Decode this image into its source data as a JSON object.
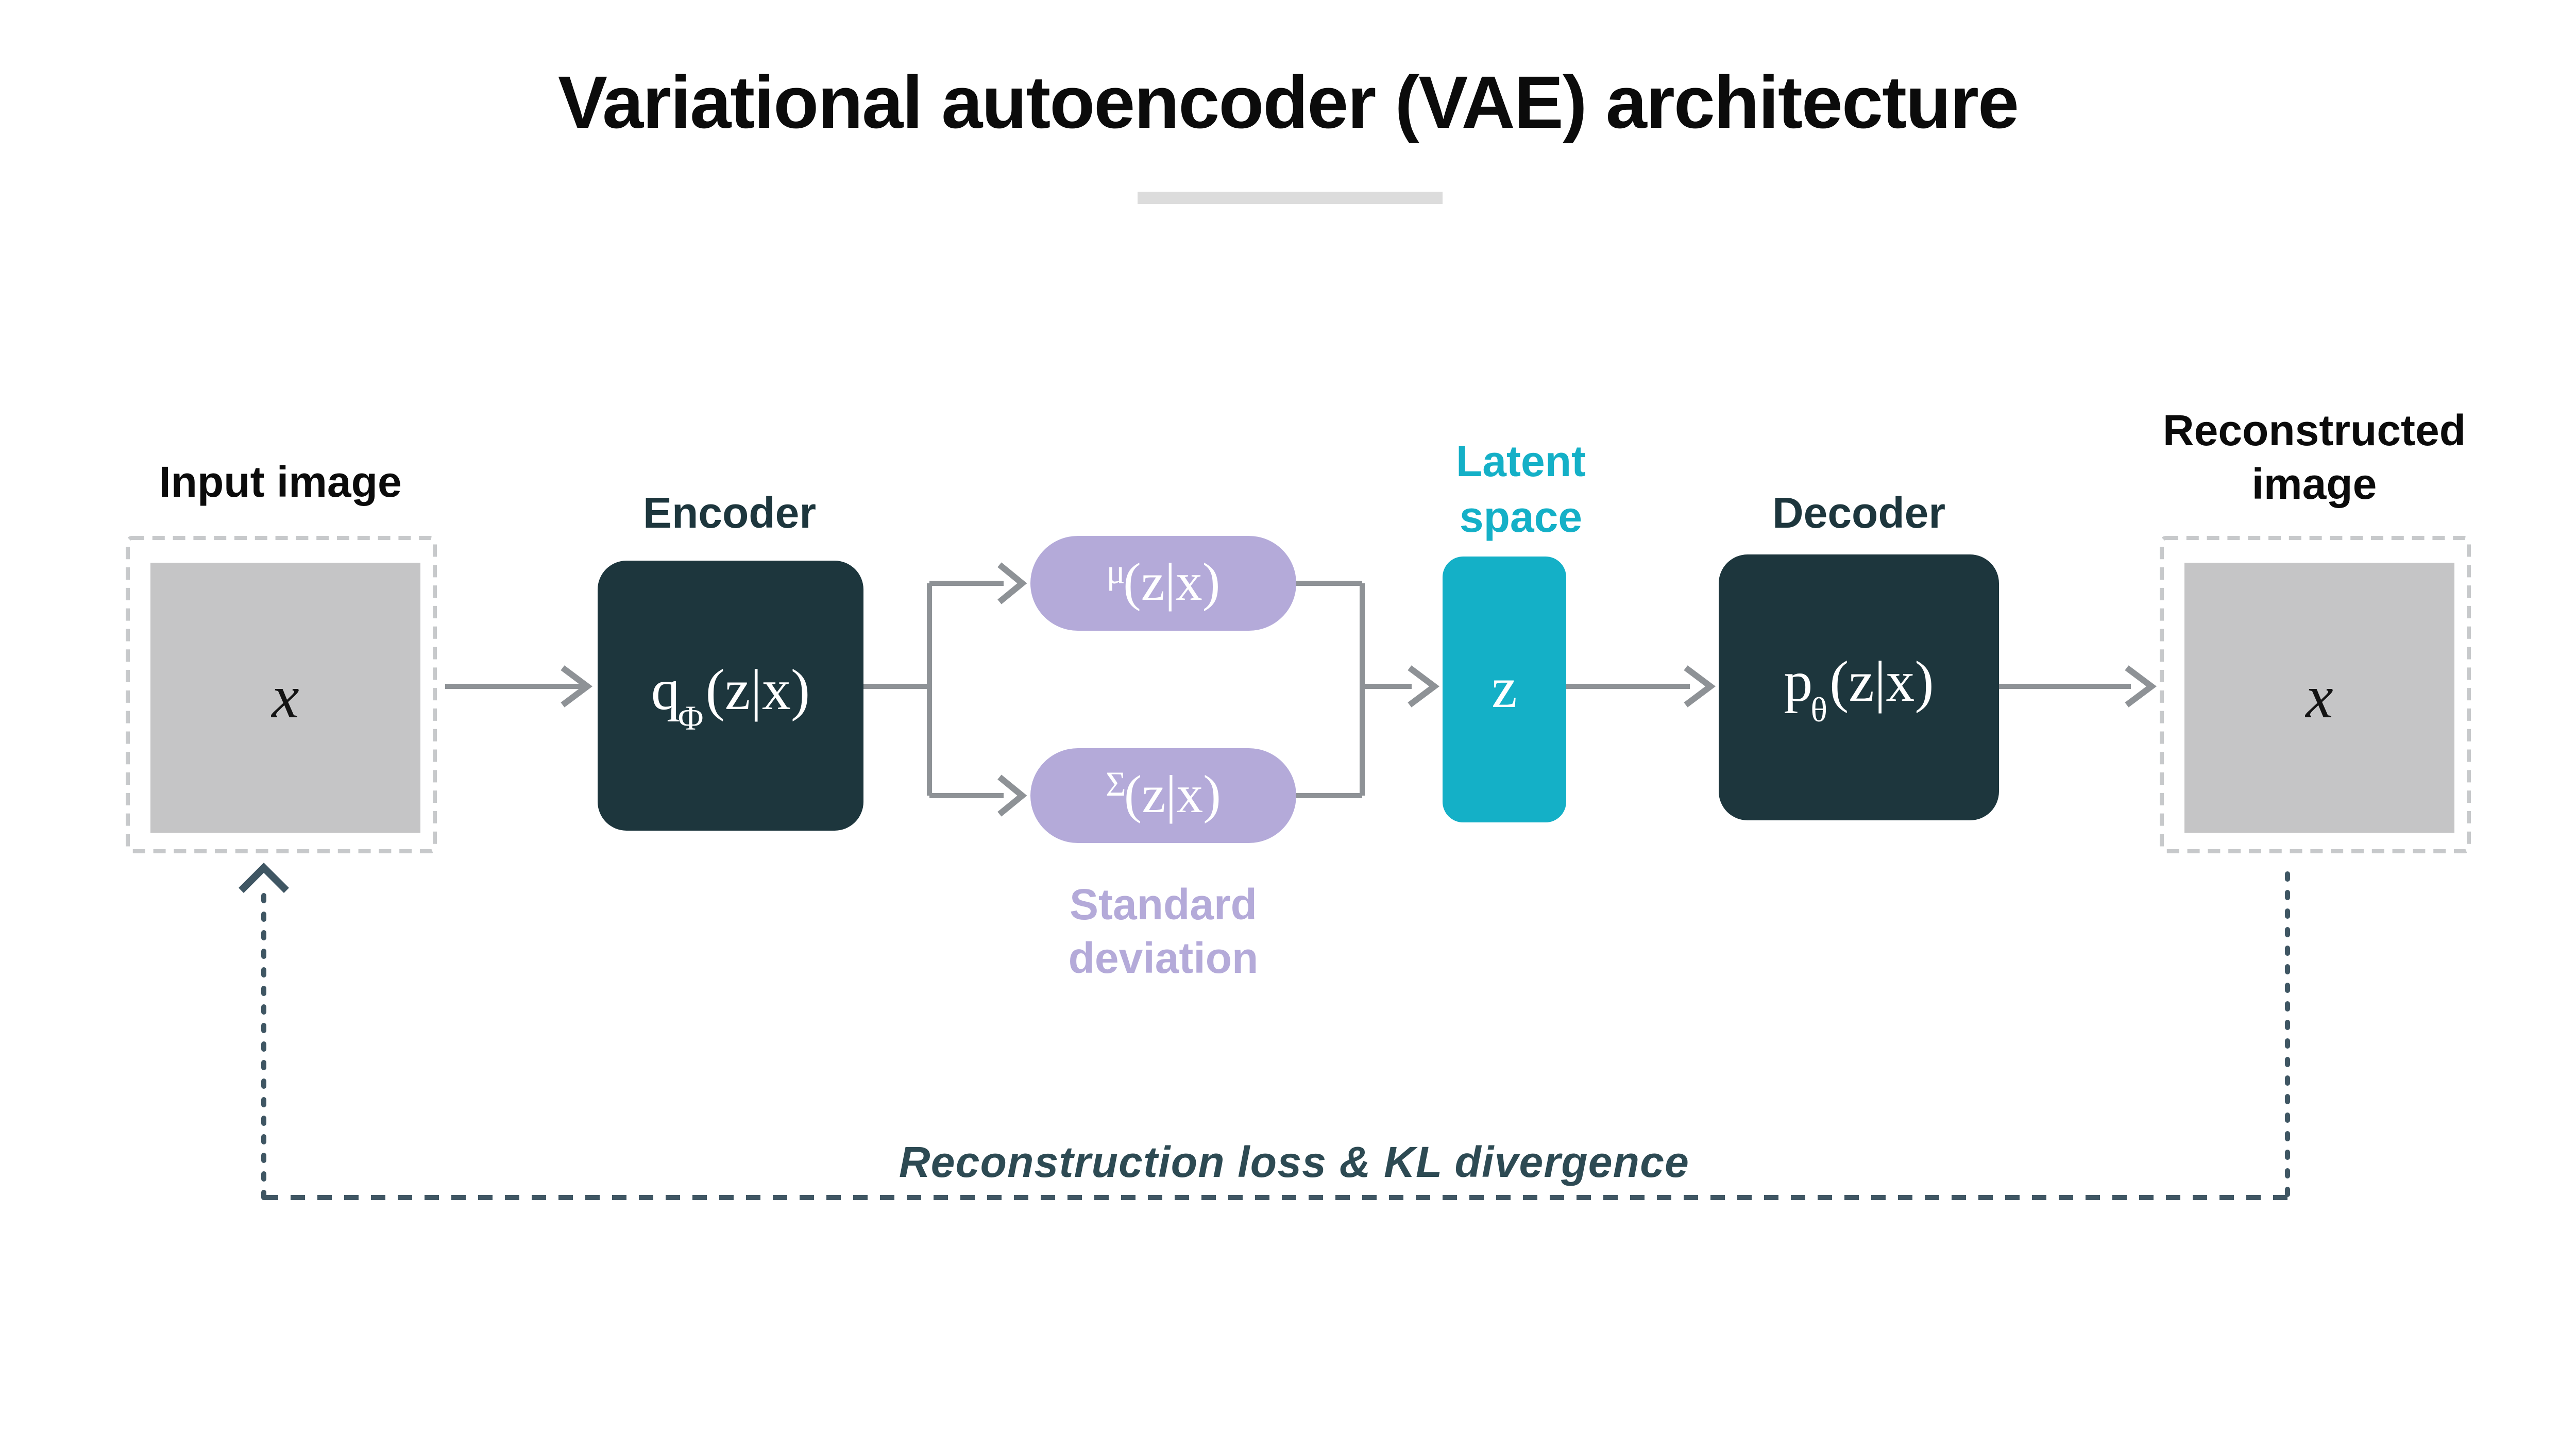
{
  "title": {
    "text": "Variational autoencoder (VAE) architecture"
  },
  "colors": {
    "dark_box": "#1d363d",
    "cyan": "#14b0c7",
    "lavender": "#b4aad9",
    "arrow_gray": "#8e9296",
    "slate": "#3f5663",
    "slate_text": "#2d4a53",
    "dashed_border": "#c7c9cb",
    "image_fill": "#c5c5c6",
    "underline": "#dcdcdc",
    "label_dark": "#0b0b0b"
  },
  "input": {
    "label": "Input image",
    "symbol": "x"
  },
  "encoder": {
    "label": "Encoder",
    "formula": {
      "base": "q",
      "sub": "Φ",
      "args": "(z|x)"
    }
  },
  "mu_branch": {
    "prefix": "μ",
    "args": "(z|x)"
  },
  "sigma_branch": {
    "prefix": "Σ",
    "args": "(z|x)",
    "caption": [
      "Standard",
      "deviation"
    ]
  },
  "latent": {
    "label": [
      "Latent",
      "space"
    ],
    "symbol": "z"
  },
  "decoder": {
    "label": "Decoder",
    "formula": {
      "base": "p",
      "sub": "θ",
      "args": "(z|x)"
    }
  },
  "reconstructed": {
    "label": [
      "Reconstructed",
      "image"
    ],
    "symbol": "x"
  },
  "feedback": {
    "label": "Reconstruction loss & KL divergence"
  }
}
